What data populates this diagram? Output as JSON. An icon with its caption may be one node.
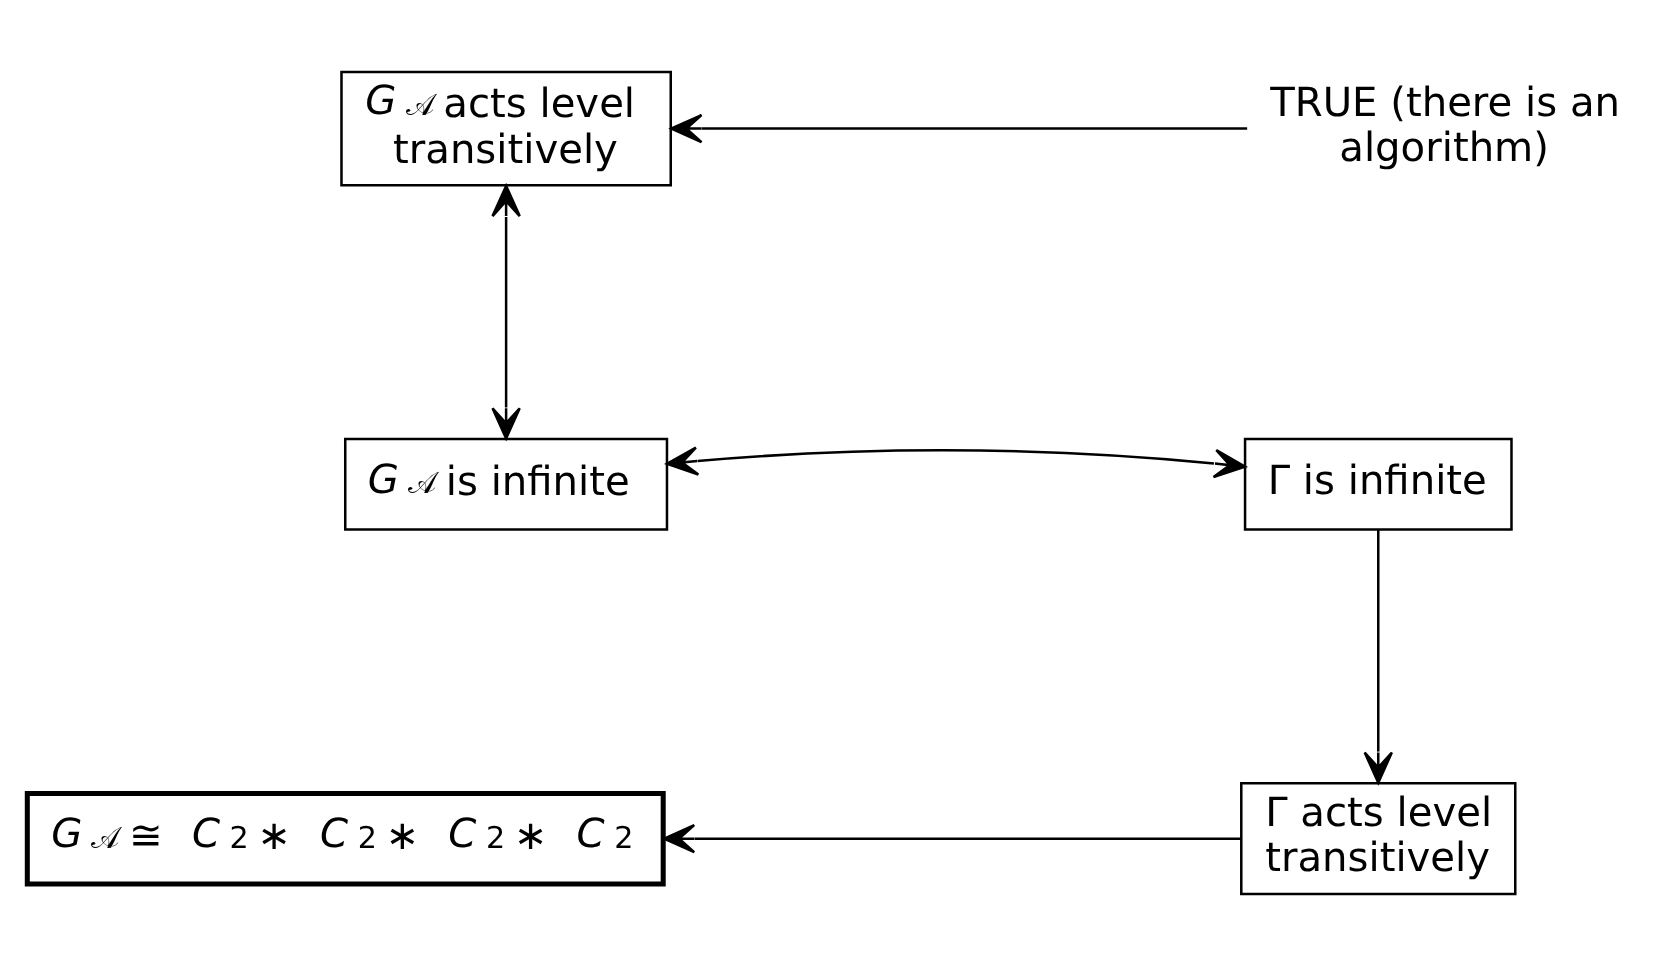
{
  "diagram": {
    "nodes": [
      {
        "text": [
          "*G*$_{𝒜}$ acts level transitively"
        ]
      },
      {
        "text": [
          "TRUE (there is an algorithm)"
        ]
      },
      {
        "text": [
          "*G*$_{𝒜}$ is infinite"
        ]
      },
      {
        "text": [
          "Γ is infinite"
        ]
      },
      {
        "text": [
          "*G*$_{𝒜}$ ≅ *C*$_{2}$ ∗ *C*$_{2}$ ∗ *C*$_{2}$ ∗ *C*$_{2}$"
        ]
      },
      {
        "text": [
          "Γ acts level transitively"
        ]
      }
    ],
    "edges": [
      {
        "from": 1,
        "to": 0,
        "arrow": "to"
      },
      {
        "from": 0,
        "to": 2,
        "arrow": "both"
      },
      {
        "from": 2,
        "to": 3,
        "arrow": "both"
      },
      {
        "from": 3,
        "to": 5,
        "arrow": "to"
      },
      {
        "from": 5,
        "to": 4,
        "arrow": "to"
      }
    ]
  }
}
